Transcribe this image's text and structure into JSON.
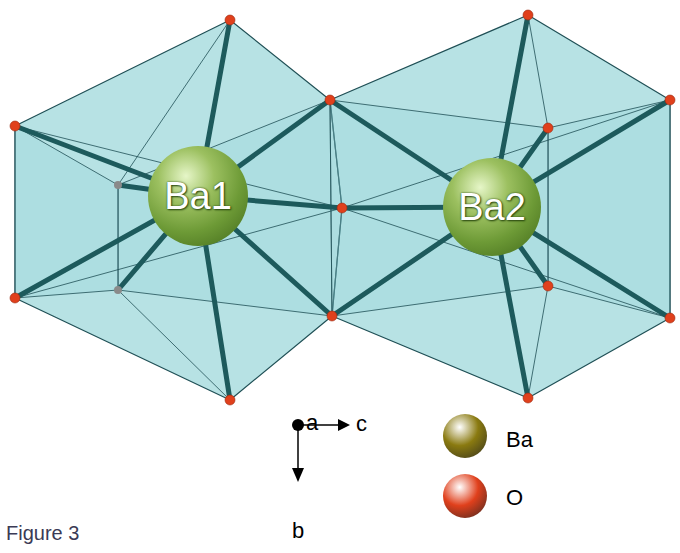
{
  "diagram": {
    "caption": "Figure 3",
    "nodes": [
      {
        "text": [
          "Ba1"
        ]
      },
      {
        "text": [
          "Ba2"
        ]
      }
    ],
    "labels": [
      "a",
      "c",
      "b"
    ],
    "legend": [
      {
        "text": "Ba",
        "color": "#8a7a10"
      },
      {
        "text": "O",
        "color": "#e0401c"
      }
    ]
  }
}
